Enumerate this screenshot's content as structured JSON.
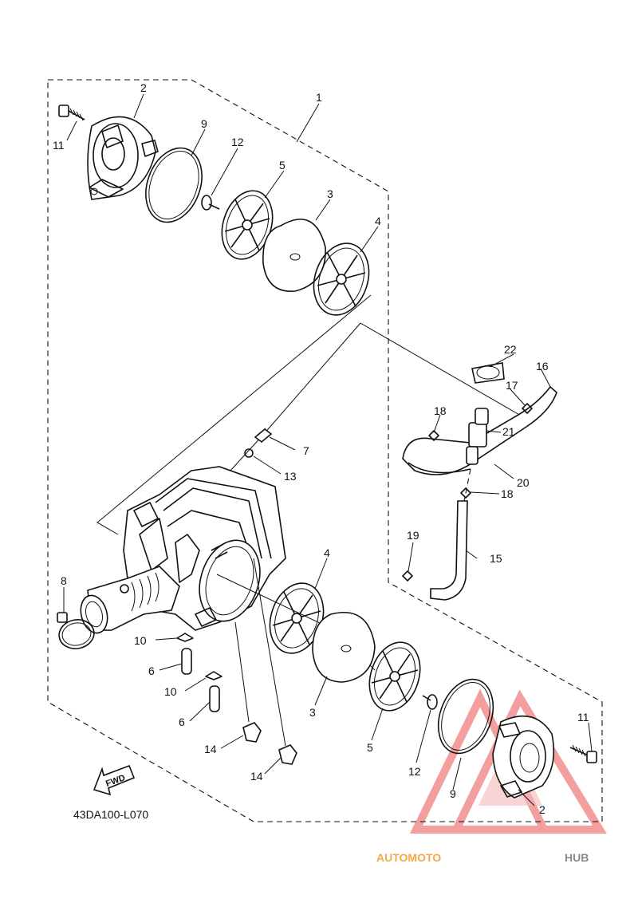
{
  "diagram_code": "43DA100-L070",
  "fwd_label": "FWD",
  "watermark": {
    "word1": "AUTOMOTO",
    "word2": "HUB",
    "color1": "#f5a84a",
    "color2": "#8a8a8a",
    "triangle_color": "#f08080"
  },
  "callouts": [
    "1",
    "2",
    "3",
    "4",
    "5",
    "6",
    "7",
    "8",
    "9",
    "10",
    "11",
    "12",
    "13",
    "14",
    "15",
    "16",
    "17",
    "18",
    "19",
    "20",
    "21",
    "22"
  ]
}
